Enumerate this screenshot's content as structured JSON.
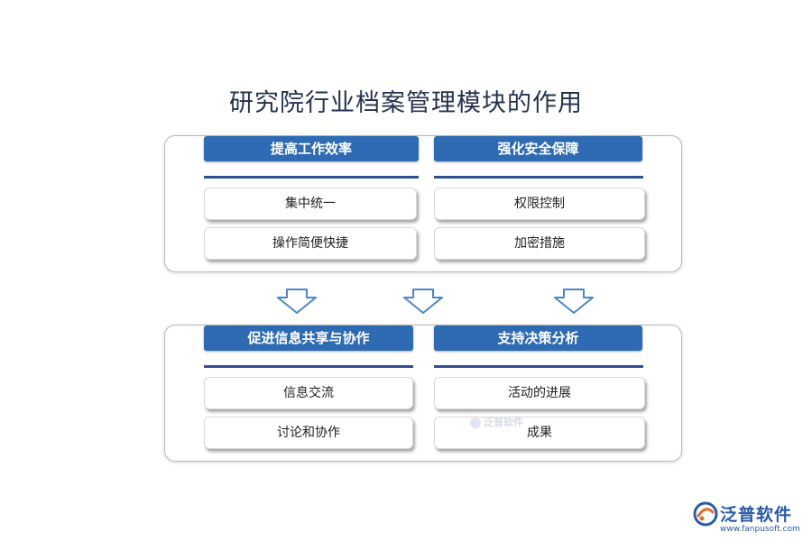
{
  "title": "研究院行业档案管理模块的作用",
  "top_panel": {
    "left": {
      "header": "提高工作效率",
      "items": [
        "集中统一",
        "操作简便快捷"
      ]
    },
    "right": {
      "header": "强化安全保障",
      "items": [
        "权限控制",
        "加密措施"
      ]
    }
  },
  "bottom_panel": {
    "left": {
      "header": "促进信息共享与协作",
      "items": [
        "信息交流",
        "讨论和协作"
      ]
    },
    "right": {
      "header": "支持决策分析",
      "items": [
        "活动的进展",
        "成果"
      ]
    }
  },
  "watermark": "泛普软件",
  "brand": {
    "name": "泛普软件",
    "url": "www.fanpusoft.com"
  },
  "colors": {
    "header_blue": "#2e6bb3",
    "arrow_blue": "#4a86c8",
    "title": "#25324f"
  },
  "icons": {
    "arrows": "down-arrow-icon",
    "logo": "fanpu-logo-icon"
  }
}
